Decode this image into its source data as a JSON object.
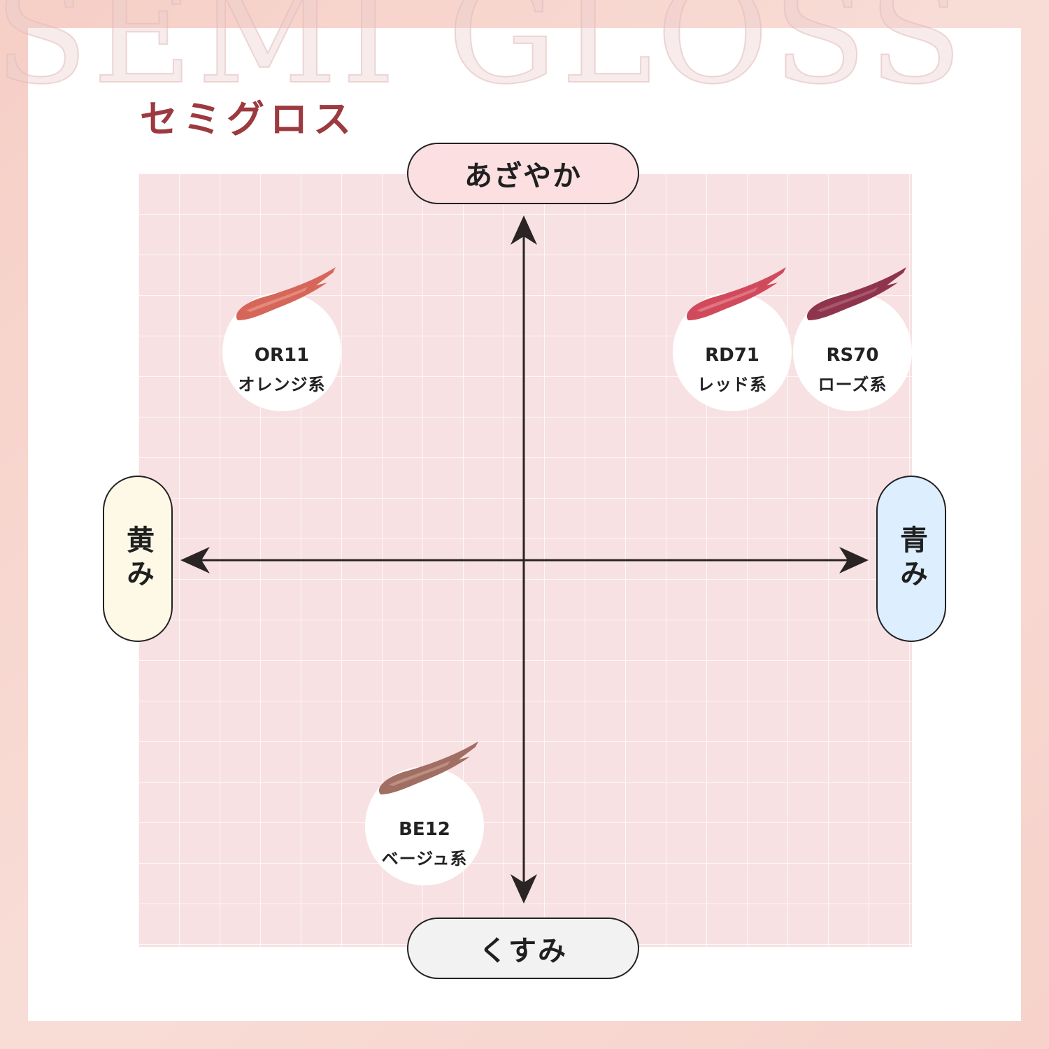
{
  "watermark": "SEMI GLOSS",
  "title": "セミグロス",
  "axes": {
    "top": "あざやか",
    "bottom": "くすみ",
    "left": "黄み",
    "right": "青み"
  },
  "shades": [
    {
      "code": "OR11",
      "type": "オレンジ系",
      "color": "#d6665a",
      "highlight": "#ea9a8c"
    },
    {
      "code": "RD71",
      "type": "レッド系",
      "color": "#d04a5c",
      "highlight": "#e88594"
    },
    {
      "code": "RS70",
      "type": "ローズ系",
      "color": "#8e344d",
      "highlight": "#b56479"
    },
    {
      "code": "BE12",
      "type": "ベージュ系",
      "color": "#a06e62",
      "highlight": "#c69c90"
    }
  ],
  "colors": {
    "title": "#9c3a3f",
    "grid_background": "#f7e1e3",
    "axis_line": "#2a2424"
  }
}
